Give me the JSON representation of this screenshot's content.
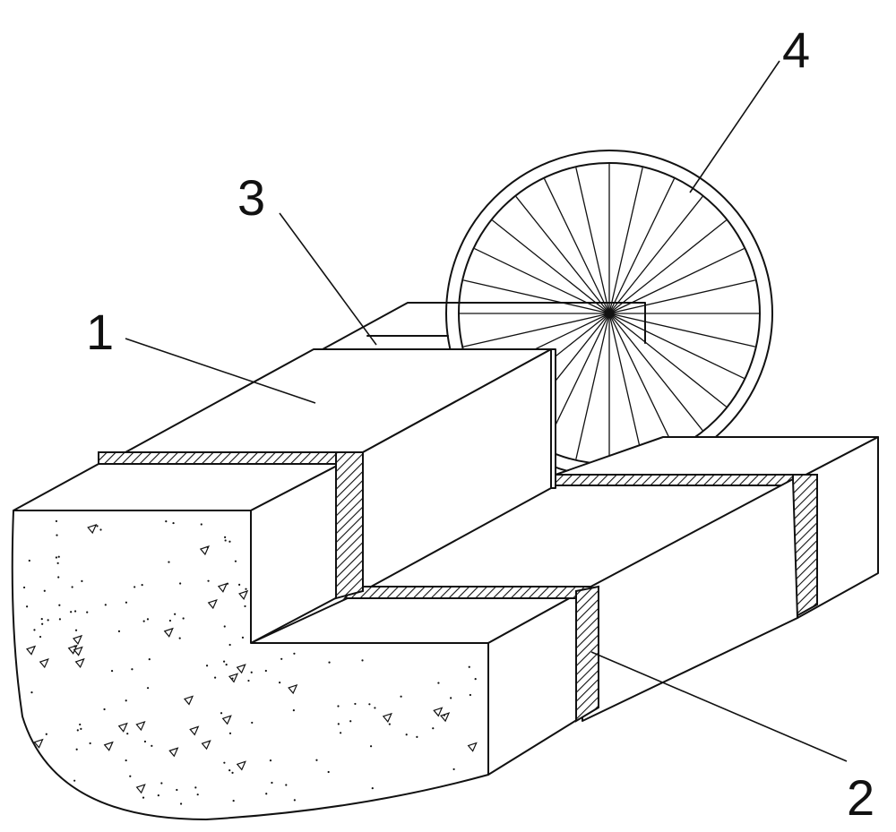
{
  "labels": {
    "part1": "1",
    "part2": "2",
    "part3": "3",
    "part4": "4"
  },
  "colors": {
    "line": "#111111",
    "background": "#ffffff"
  }
}
